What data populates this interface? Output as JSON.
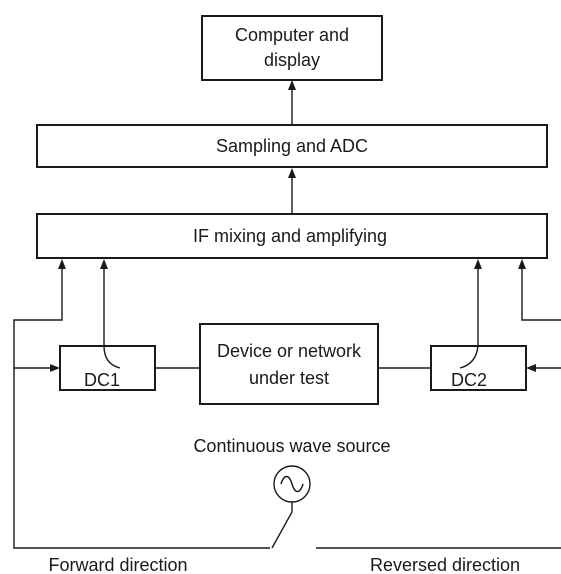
{
  "blocks": {
    "computer_line1": "Computer and",
    "computer_line2": "display",
    "sampling": "Sampling and ADC",
    "if_mixing": "IF mixing and amplifying",
    "dut_line1": "Device or network",
    "dut_line2": "under test",
    "dc1": "DC1",
    "dc2": "DC2"
  },
  "source": {
    "label": "Continuous wave source"
  },
  "directions": {
    "forward": "Forward direction",
    "reversed": "Reversed direction"
  }
}
